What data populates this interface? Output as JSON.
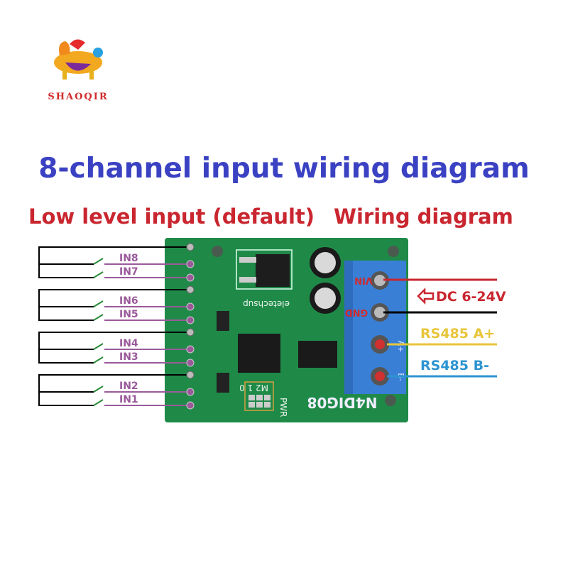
{
  "brand": {
    "name": "SHAOQIR"
  },
  "title": "8-channel input wiring diagram",
  "subtitle_left": "Low level input (default)",
  "subtitle_right": "Wiring diagram",
  "inputs": [
    "IN8",
    "IN7",
    "IN6",
    "IN5",
    "IN4",
    "IN3",
    "IN2",
    "IN1"
  ],
  "board": {
    "model": "N4DIG08",
    "maker": "eletechsup",
    "pwr": "PWR",
    "jumper": "M2 1 0"
  },
  "terminals": {
    "vin": "VIN",
    "gnd": "GND",
    "a": "A+",
    "b": "B-"
  },
  "power_label": "DC 6-24V",
  "rs485_a": "RS485 A+",
  "rs485_b": "RS485 B-",
  "colors": {
    "title": "#3a41c2",
    "subtitle": "#c9262f",
    "input_wire": "#9a5a9a",
    "board": "#1f8a48",
    "terminal": "#3a7fd6",
    "rs485_a": "#e8c53a",
    "rs485_b": "#2c94d0"
  }
}
